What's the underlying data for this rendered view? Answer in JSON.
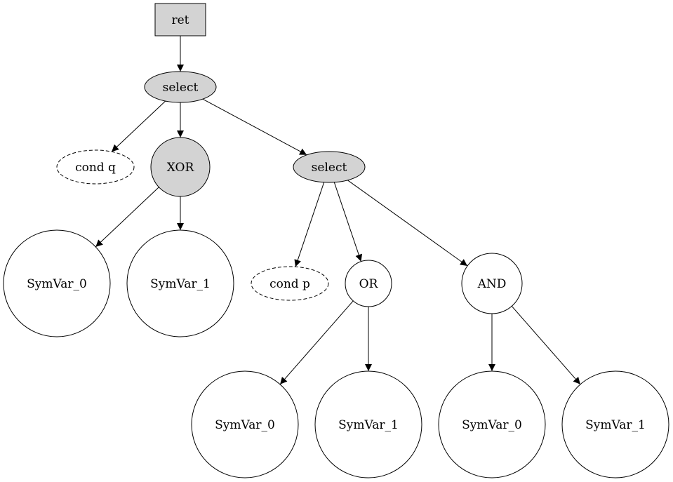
{
  "graph": {
    "nodes": [
      {
        "id": "ret",
        "label": "ret",
        "shape": "box",
        "fill": "#d3d3d3",
        "style": "solid"
      },
      {
        "id": "select1",
        "label": "select",
        "shape": "ellipse",
        "fill": "#d3d3d3",
        "style": "solid"
      },
      {
        "id": "condq",
        "label": "cond q",
        "shape": "ellipse",
        "fill": "#ffffff",
        "style": "dashed"
      },
      {
        "id": "xor",
        "label": "XOR",
        "shape": "circle",
        "fill": "#d3d3d3",
        "style": "solid"
      },
      {
        "id": "select2",
        "label": "select",
        "shape": "ellipse",
        "fill": "#d3d3d3",
        "style": "solid"
      },
      {
        "id": "symvar0_a",
        "label": "SymVar_0",
        "shape": "circle",
        "fill": "#ffffff",
        "style": "solid"
      },
      {
        "id": "symvar1_a",
        "label": "SymVar_1",
        "shape": "circle",
        "fill": "#ffffff",
        "style": "solid"
      },
      {
        "id": "condp",
        "label": "cond p",
        "shape": "ellipse",
        "fill": "#ffffff",
        "style": "dashed"
      },
      {
        "id": "or",
        "label": "OR",
        "shape": "circle",
        "fill": "#ffffff",
        "style": "solid"
      },
      {
        "id": "and",
        "label": "AND",
        "shape": "circle",
        "fill": "#ffffff",
        "style": "solid"
      },
      {
        "id": "symvar0_b",
        "label": "SymVar_0",
        "shape": "circle",
        "fill": "#ffffff",
        "style": "solid"
      },
      {
        "id": "symvar1_b",
        "label": "SymVar_1",
        "shape": "circle",
        "fill": "#ffffff",
        "style": "solid"
      },
      {
        "id": "symvar0_c",
        "label": "SymVar_0",
        "shape": "circle",
        "fill": "#ffffff",
        "style": "solid"
      },
      {
        "id": "symvar1_c",
        "label": "SymVar_1",
        "shape": "circle",
        "fill": "#ffffff",
        "style": "solid"
      }
    ],
    "edges": [
      {
        "from": "ret",
        "to": "select1"
      },
      {
        "from": "select1",
        "to": "condq"
      },
      {
        "from": "select1",
        "to": "xor"
      },
      {
        "from": "select1",
        "to": "select2"
      },
      {
        "from": "xor",
        "to": "symvar0_a"
      },
      {
        "from": "xor",
        "to": "symvar1_a"
      },
      {
        "from": "select2",
        "to": "condp"
      },
      {
        "from": "select2",
        "to": "or"
      },
      {
        "from": "select2",
        "to": "and"
      },
      {
        "from": "or",
        "to": "symvar0_b"
      },
      {
        "from": "or",
        "to": "symvar1_b"
      },
      {
        "from": "and",
        "to": "symvar0_c"
      },
      {
        "from": "and",
        "to": "symvar1_c"
      }
    ]
  }
}
